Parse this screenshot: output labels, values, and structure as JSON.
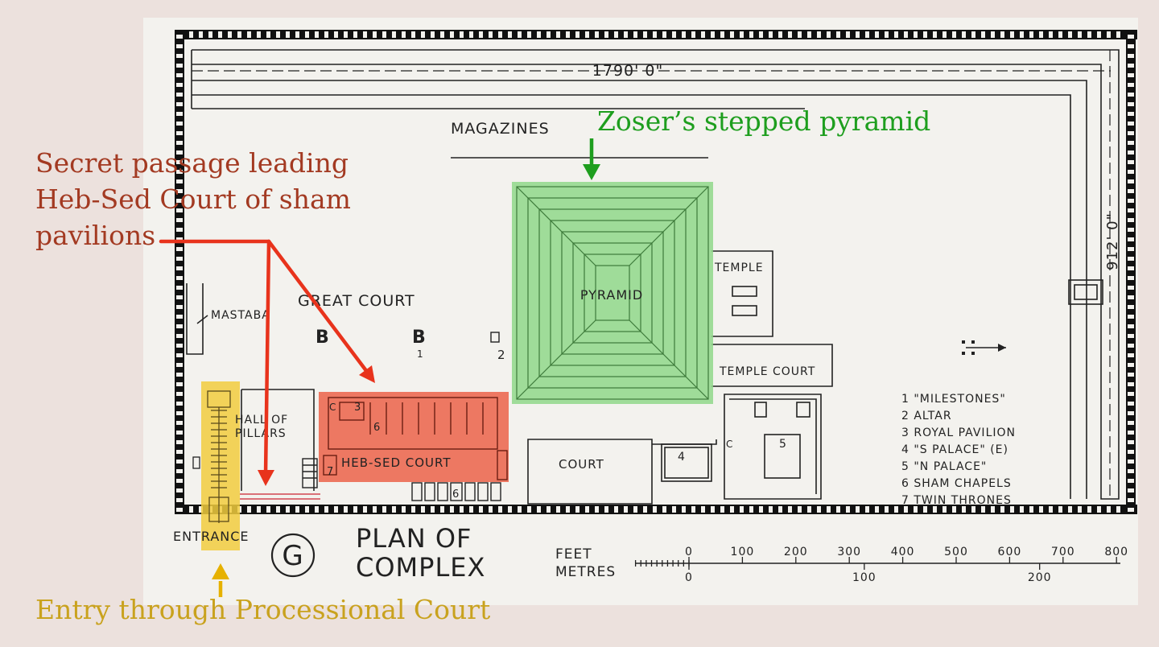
{
  "plan": {
    "dimension_length": "1790' 0\"",
    "dimension_width": "912' 0\"",
    "labels": {
      "magazines": "MAGAZINES",
      "pyramid": "PYRAMID",
      "temple": "TEMPLE",
      "temple_court": "TEMPLE COURT",
      "great_court": "GREAT COURT",
      "mastaba": "MASTABA",
      "hall_of_pillars_1": "HALL OF",
      "hall_of_pillars_2": "PILLARS",
      "heb_sed_court": "HEB-SED COURT",
      "court": "COURT",
      "entrance": "ENTRANCE"
    },
    "numbers": {
      "n1": "1",
      "n2": "2",
      "n3": "3",
      "n4": "4",
      "n5": "5",
      "n6": "6",
      "n6b": "6",
      "n7": "7",
      "c1": "C",
      "c2": "C"
    },
    "key": [
      "1 \"MILESTONES\"",
      "2 ALTAR",
      "3 ROYAL PAVILION",
      "4 \"S PALACE\" (E)",
      "5 \"N PALACE\"",
      "6 SHAM CHAPELS",
      "7 TWIN THRONES"
    ],
    "plan_letter": "G",
    "plan_title_1": "PLAN OF",
    "plan_title_2": "COMPLEX",
    "scale": {
      "feet_label": "FEET",
      "metres_label": "METRES",
      "feet_ticks": [
        "0",
        "100",
        "200",
        "300",
        "400",
        "500",
        "600",
        "700",
        "800"
      ],
      "metres_ticks": [
        "0",
        "100",
        "200"
      ]
    }
  },
  "annotations": {
    "secret_passage": [
      "Secret passage leading",
      "Heb-Sed Court of sham",
      "pavilions"
    ],
    "zoser": "Zoser’s stepped pyramid",
    "entry": "Entry through Processional Court"
  },
  "colors": {
    "background": "#ece1dd",
    "paper": "#f3f2ee",
    "ink": "#222222",
    "red_annotation": "#a33a22",
    "red_arrow": "#e8331c",
    "red_highlight": "#ec6a52",
    "green_annotation": "#1e9e1e",
    "green_highlight": "#8fd88a",
    "yellow_annotation": "#c9a21e",
    "yellow_highlight": "#f1cc3e"
  }
}
